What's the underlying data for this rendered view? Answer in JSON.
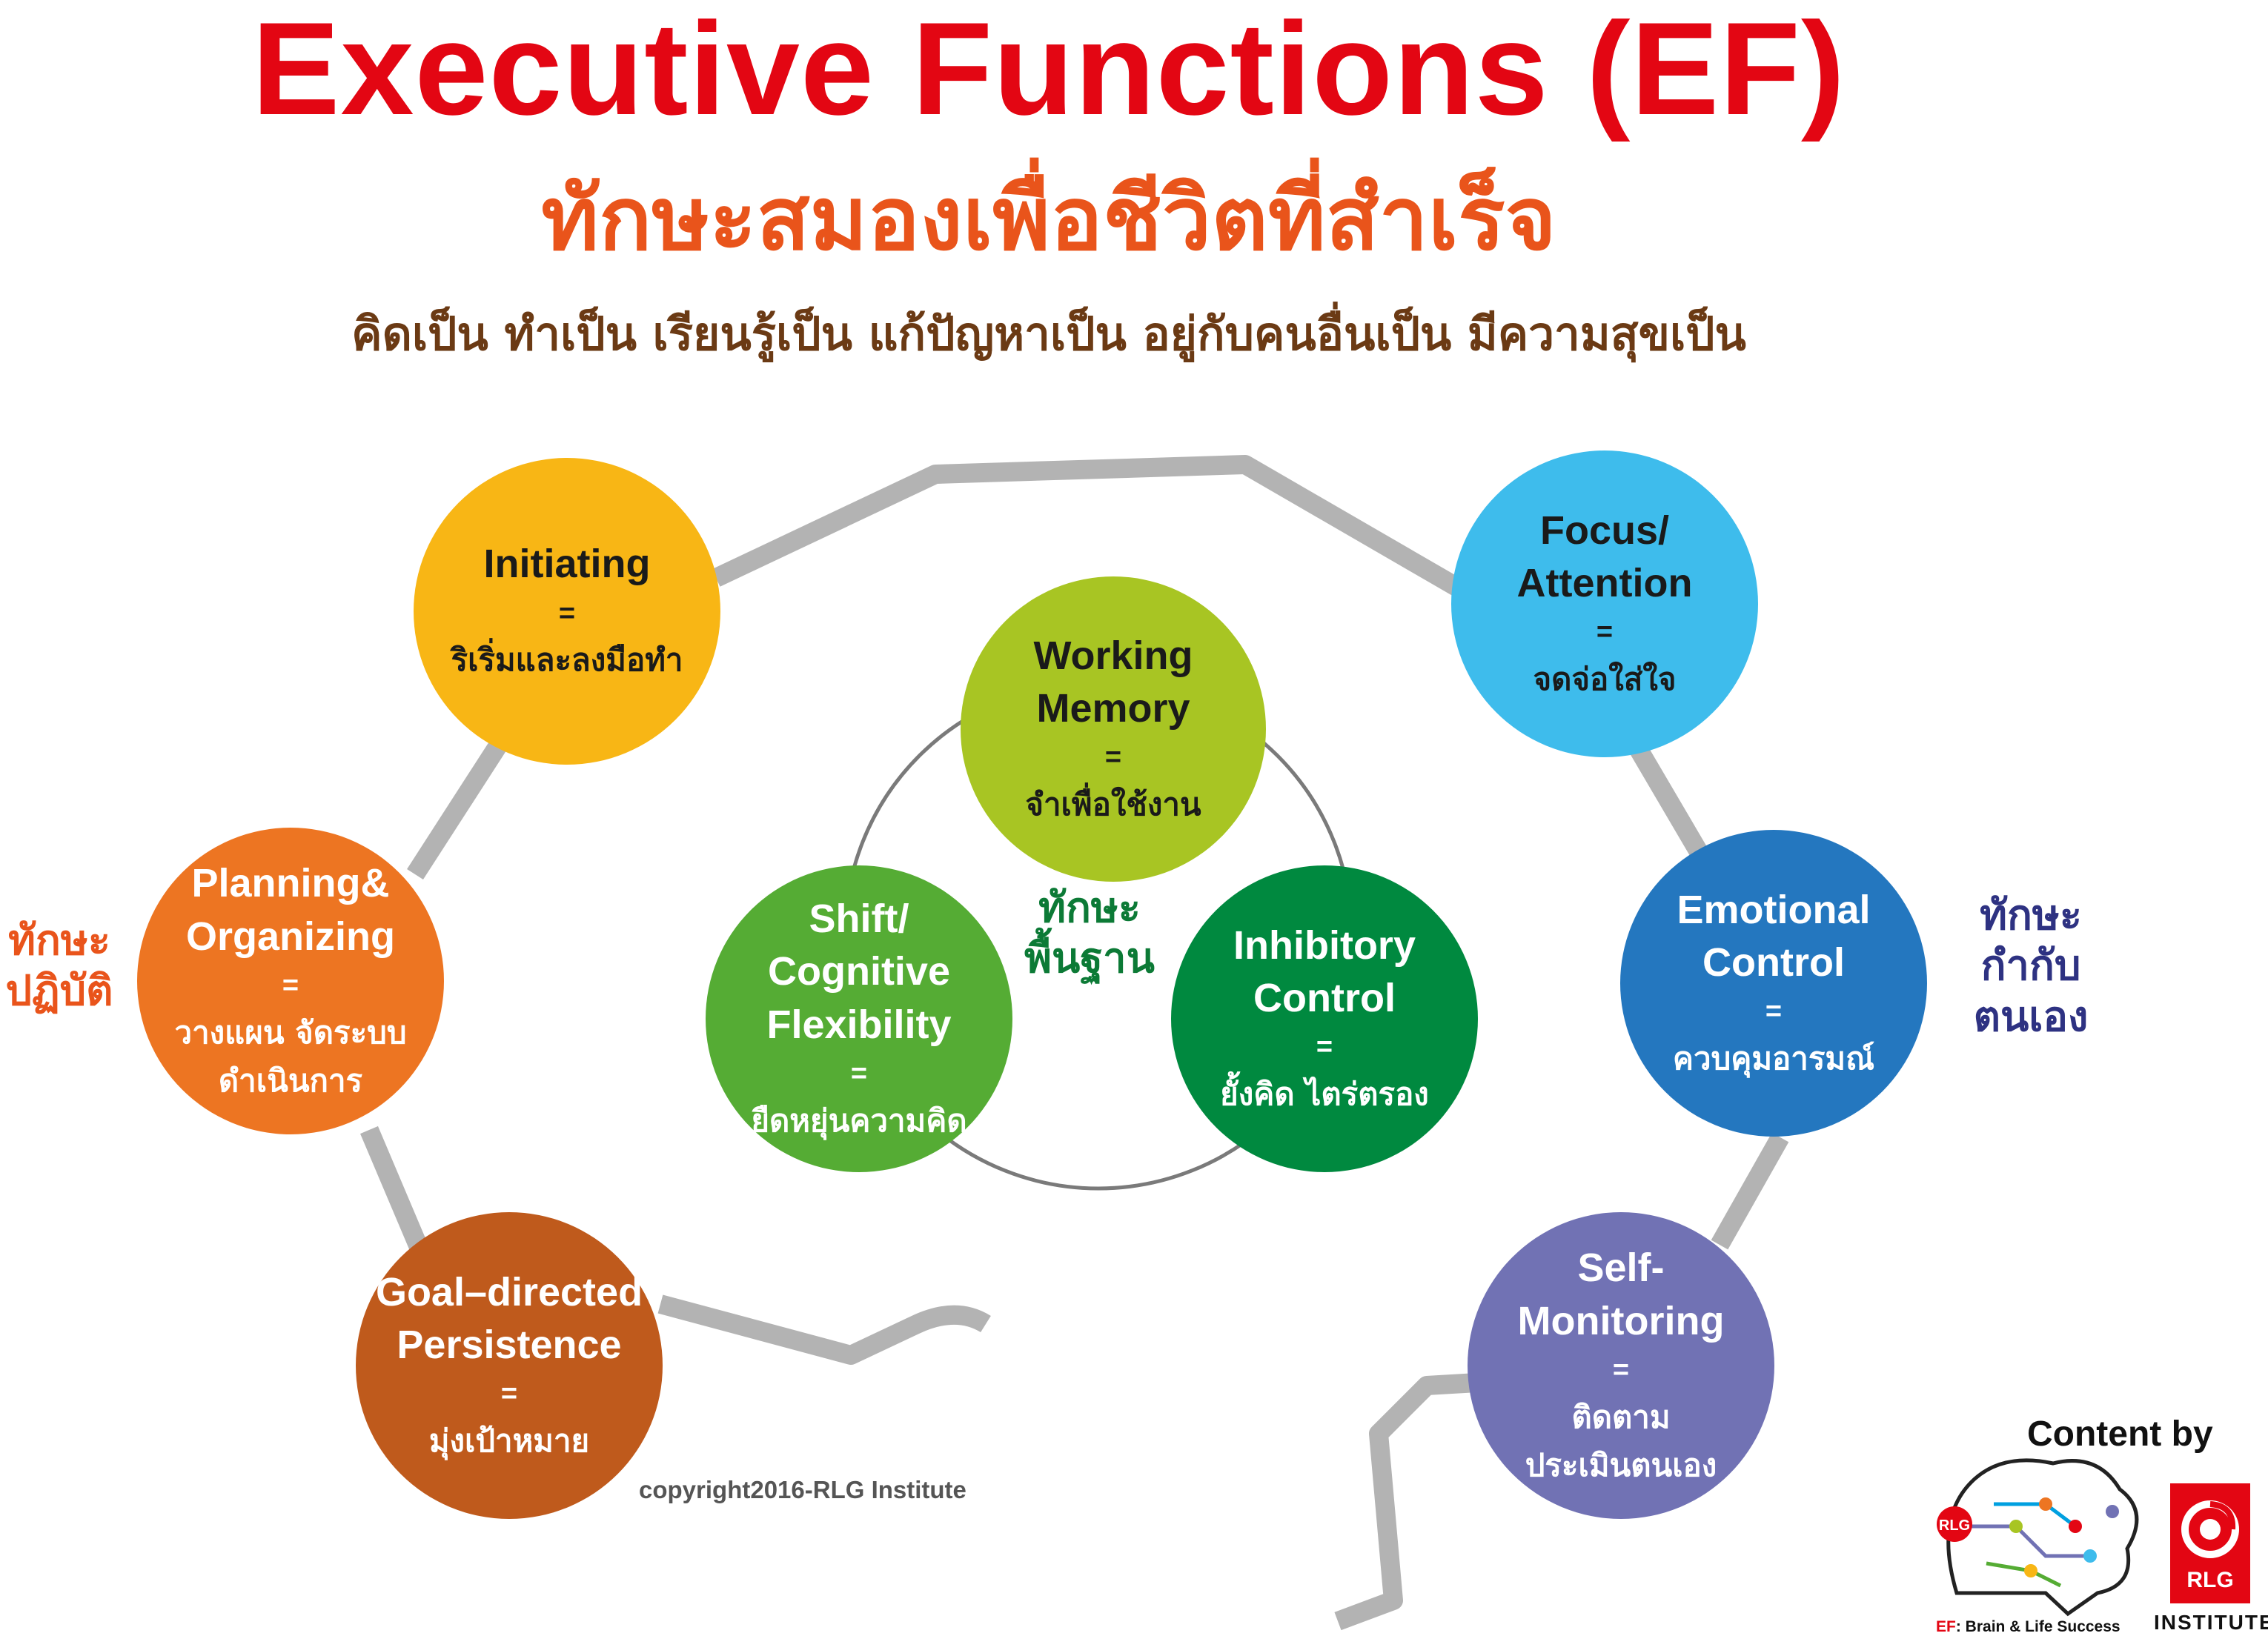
{
  "header": {
    "title": "Executive Functions (EF)",
    "subtitle": "ทักษะสมองเพื่อชีวิตที่สำเร็จ",
    "tagline": "คิดเป็น ทำเป็น เรียนรู้เป็น แก้ปัญหาเป็น อยู่กับคนอื่นเป็น มีความสุขเป็น"
  },
  "nodes": {
    "initiating": {
      "title_lines": [
        "Initiating"
      ],
      "eq": "=",
      "thai_lines": [
        "ริเริ่มและลงมือทำ"
      ],
      "color": "#f8b615"
    },
    "planning": {
      "title_lines": [
        "Planning&",
        "Organizing"
      ],
      "eq": "=",
      "thai_lines": [
        "วางแผน จัดระบบ",
        "ดำเนินการ"
      ],
      "color": "#ed7522"
    },
    "goal": {
      "title_lines": [
        "Goal–directed",
        "Persistence"
      ],
      "eq": "=",
      "thai_lines": [
        "มุ่งเป้าหมาย"
      ],
      "color": "#bf5a1c"
    },
    "working_memory": {
      "title_lines": [
        "Working",
        "Memory"
      ],
      "eq": "=",
      "thai_lines": [
        "จำเพื่อใช้งาน"
      ],
      "color": "#a8c523"
    },
    "shift": {
      "title_lines": [
        "Shift/",
        "Cognitive",
        "Flexibility"
      ],
      "eq": "=",
      "thai_lines": [
        "ยืดหยุ่นความคิด"
      ],
      "color": "#55ac34"
    },
    "inhibitory": {
      "title_lines": [
        "Inhibitory",
        "Control"
      ],
      "eq": "=",
      "thai_lines": [
        "ยั้งคิด ไตร่ตรอง"
      ],
      "color": "#00893f"
    },
    "focus": {
      "title_lines": [
        "Focus/",
        "Attention"
      ],
      "eq": "=",
      "thai_lines": [
        "จดจ่อใส่ใจ"
      ],
      "color": "#3ebcec"
    },
    "emotional": {
      "title_lines": [
        "Emotional",
        "Control"
      ],
      "eq": "=",
      "thai_lines": [
        "ควบคุมอารมณ์"
      ],
      "color": "#2477bf"
    },
    "self_monitoring": {
      "title_lines": [
        "Self-",
        "Monitoring"
      ],
      "eq": "=",
      "thai_lines": [
        "ติดตาม",
        "ประเมินตนเอง"
      ],
      "color": "#7172b4"
    }
  },
  "groups": {
    "practice": {
      "lines": [
        "ทักษะ",
        "ปฏิบัติ"
      ],
      "color": "#e9541b"
    },
    "basic": {
      "lines": [
        "ทักษะ",
        "พื้นฐาน"
      ],
      "color": "#0c7a36"
    },
    "self_control": {
      "lines": [
        "ทักษะ",
        "กำกับ",
        "ตนเอง"
      ],
      "color": "#2e3282"
    }
  },
  "footer": {
    "copyright": "copyright2016-RLG Institute",
    "content_by": "Content by",
    "ef_logo_badge": "RLG",
    "ef_caption_prefix": "EF",
    "ef_caption_rest": ": Brain & Life Success",
    "rlg_logo_text": "RLG",
    "rlg_institute": "INSTITUTE"
  },
  "colors": {
    "connector": "#b3b3b3",
    "inner_ring": "#7a7a7a",
    "title_red": "#e30613"
  }
}
